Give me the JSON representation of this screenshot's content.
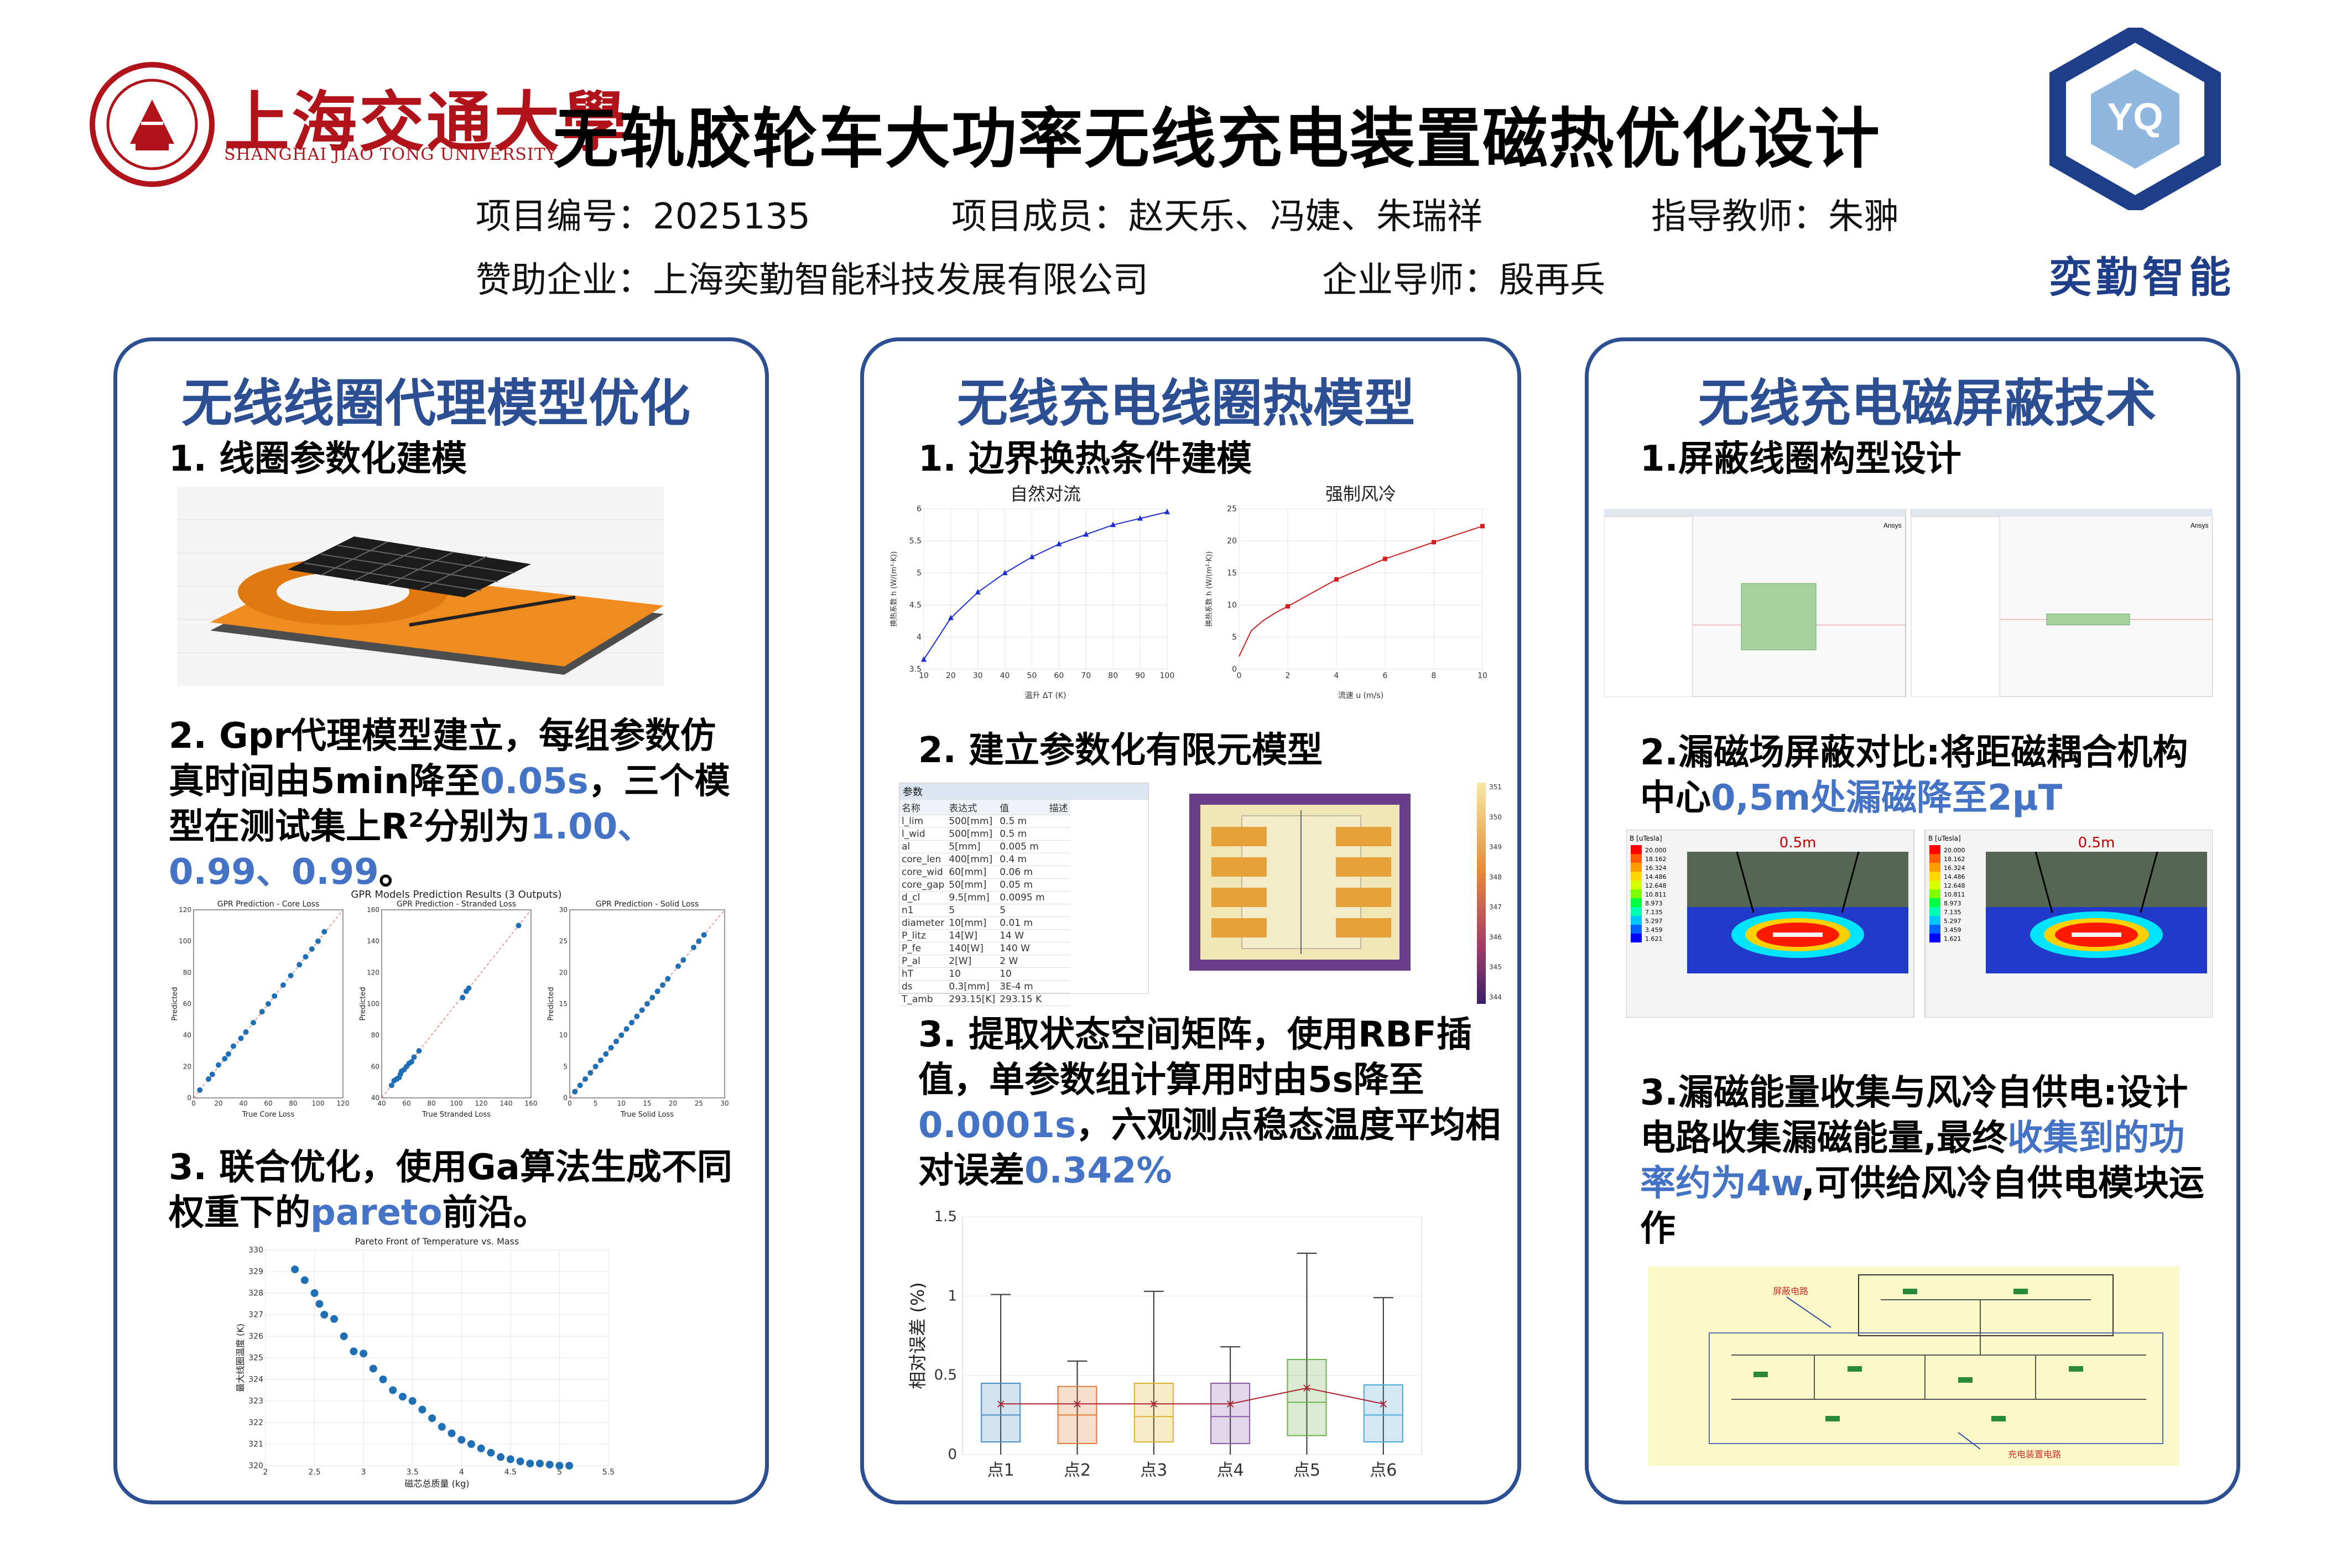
{
  "header": {
    "university_cn": "上海交通大學",
    "university_en": "SHANGHAI JIAO TONG UNIVERSITY",
    "title": "无轨胶轮车大功率无线充电装置磁热优化设计",
    "project_no": "项目编号：2025135",
    "members": "项目成员：赵天乐、冯婕、朱瑞祥",
    "advisor": "指导教师：朱翀",
    "sponsor": "赞助企业：上海奕勤智能科技发展有限公司",
    "company_mentor": "企业导师：殷再兵",
    "sponsor_logo_text": "奕勤智能",
    "sponsor_logo_mark": "YQ"
  },
  "panel1": {
    "title": "无线线圈代理模型优化",
    "s1": "1. 线圈参数化建模",
    "s2_a": "2. Gpr代理模型建立，每组参数仿真时间由5min降至",
    "s2_b": "0.05s",
    "s2_c": "，三个模型在测试集上R²分别为",
    "s2_d": "1.00、0.99、0.99",
    "s2_e": "。",
    "s3_a": "3. 联合优化，使用Ga算法生成不同权重下的",
    "s3_b": "pareto",
    "s3_c": "前沿。",
    "gpr_suptitle": "GPR Models Prediction Results (3 Outputs)",
    "gpr_titles": [
      "GPR Prediction - Core Loss",
      "GPR Prediction - Stranded Loss",
      "GPR Prediction - Solid Loss"
    ],
    "gpr_xlabels": [
      "True Core Loss",
      "True Stranded Loss",
      "True Solid Loss"
    ],
    "gpr_ylabel": "Predicted",
    "pareto_title": "Pareto Front of Temperature vs. Mass",
    "pareto_xlabel": "磁芯总质量 (kg)",
    "pareto_ylabel": "最大线圈温度 (K)"
  },
  "panel2": {
    "title": "无线充电线圈热模型",
    "s1": "1. 边界换热条件建模",
    "s2": "2. 建立参数化有限元模型",
    "s3_a": "3. 提取状态空间矩阵，使用RBF插值，单参数组计算用时由5s降至",
    "s3_b": "0.0001s",
    "s3_c": "，六观测点稳态温度平均相对误差",
    "s3_d": "0.342%",
    "nat_title": "自然对流",
    "nat_xlabel": "温升 ΔT (K)",
    "nat_ylabel": "换热系数 h (W/(m²·K))",
    "forced_title": "强制风冷",
    "forced_xlabel": "流速 u (m/s)",
    "forced_ylabel": "换热系数 h (W/(m²·K))",
    "param_header": "参数",
    "param_cols": [
      "名称",
      "表达式",
      "值",
      "描述"
    ],
    "param_rows": [
      [
        "l_lim",
        "500[mm]",
        "0.5 m",
        ""
      ],
      [
        "l_wid",
        "500[mm]",
        "0.5 m",
        ""
      ],
      [
        "al",
        "5[mm]",
        "0.005 m",
        ""
      ],
      [
        "core_len",
        "400[mm]",
        "0.4 m",
        ""
      ],
      [
        "core_wid",
        "60[mm]",
        "0.06 m",
        ""
      ],
      [
        "core_gap",
        "50[mm]",
        "0.05 m",
        ""
      ],
      [
        "d_cl",
        "9.5[mm]",
        "0.0095 m",
        ""
      ],
      [
        "n1",
        "5",
        "5",
        ""
      ],
      [
        "diameter",
        "10[mm]",
        "0.01 m",
        ""
      ],
      [
        "P_litz",
        "14[W]",
        "14 W",
        ""
      ],
      [
        "P_fe",
        "140[W]",
        "140 W",
        ""
      ],
      [
        "P_al",
        "2[W]",
        "2 W",
        ""
      ],
      [
        "hT",
        "10",
        "10",
        ""
      ],
      [
        "ds",
        "0.3[mm]",
        "3E-4 m",
        ""
      ],
      [
        "T_amb",
        "293.15[K]",
        "293.15 K",
        ""
      ]
    ],
    "colorbar_ticks": [
      "351",
      "350",
      "349",
      "348",
      "347",
      "346",
      "345",
      "344"
    ],
    "box_ylabel": "相对误差 (%)",
    "box_categories": [
      "点1",
      "点2",
      "点3",
      "点4",
      "点5",
      "点6"
    ]
  },
  "panel3": {
    "title": "无线充电磁屏蔽技术",
    "s1": "1.屏蔽线圈构型设计",
    "s2_a": "2.漏磁场屏蔽对比:将距磁耦合机构中心",
    "s2_b": "0,5m处漏磁降至2μT",
    "s3_a": "3.漏磁能量收集与风冷自供电:设计电路收集漏磁能量,最终",
    "s3_b": "收集到的功率约为4w",
    "s3_c": ",可供给风冷自供电模块运作",
    "field_label": "0.5m",
    "legend_title_a": "B [uTesla]",
    "legend_title_b": "B [uTesla]",
    "legend_vals": [
      "20.000",
      "18.162",
      "16.324",
      "14.486",
      "12.648",
      "10.811",
      "8.973",
      "7.135",
      "5.297",
      "3.459",
      "1.621"
    ],
    "circuit_label_top": "屏蔽电路",
    "circuit_label_bottom": "充电装置电路",
    "ansys": "Ansys"
  },
  "chart_data": [
    {
      "type": "scatter",
      "title": "GPR Prediction - Core Loss",
      "xlabel": "True Core Loss",
      "ylabel": "Predicted",
      "xlim": [
        0,
        120
      ],
      "ylim": [
        0,
        120
      ],
      "x": [
        5,
        12,
        15,
        20,
        25,
        28,
        32,
        38,
        42,
        48,
        55,
        60,
        65,
        72,
        78,
        85,
        90,
        95,
        100,
        105
      ],
      "y": [
        5,
        12,
        15,
        21,
        25,
        28,
        33,
        38,
        42,
        48,
        55,
        60,
        65,
        72,
        78,
        85,
        90,
        95,
        100,
        106
      ]
    },
    {
      "type": "scatter",
      "title": "GPR Prediction - Stranded Loss",
      "xlabel": "True Stranded Loss",
      "ylabel": "Predicted",
      "xlim": [
        40,
        160
      ],
      "ylim": [
        40,
        160
      ],
      "x": [
        48,
        50,
        52,
        54,
        55,
        56,
        58,
        60,
        62,
        64,
        66,
        70,
        105,
        108,
        110,
        150
      ],
      "y": [
        48,
        51,
        52,
        53,
        55,
        57,
        58,
        60,
        62,
        63,
        66,
        70,
        104,
        108,
        110,
        150
      ]
    },
    {
      "type": "scatter",
      "title": "GPR Prediction - Solid Loss",
      "xlabel": "True Solid Loss",
      "ylabel": "Predicted",
      "xlim": [
        0,
        30
      ],
      "ylim": [
        0,
        30
      ],
      "x": [
        1,
        2,
        3,
        4,
        5,
        6,
        7,
        8,
        9,
        10,
        11,
        12,
        13,
        14,
        15,
        16,
        17,
        18,
        19,
        21,
        22,
        24,
        25,
        26
      ],
      "y": [
        1,
        2,
        3,
        4,
        5,
        6,
        7,
        8,
        9,
        10,
        11,
        12,
        13,
        14,
        15,
        16,
        17,
        18,
        19,
        21,
        22,
        24,
        25,
        26
      ]
    },
    {
      "type": "scatter",
      "title": "Pareto Front of Temperature vs. Mass",
      "xlabel": "磁芯总质量 (kg)",
      "ylabel": "最大线圈温度 (K)",
      "xlim": [
        2,
        5.5
      ],
      "ylim": [
        320,
        330
      ],
      "x": [
        2.3,
        2.4,
        2.5,
        2.55,
        2.6,
        2.7,
        2.8,
        2.9,
        3.0,
        3.1,
        3.2,
        3.3,
        3.4,
        3.5,
        3.6,
        3.7,
        3.8,
        3.9,
        4.0,
        4.1,
        4.2,
        4.3,
        4.4,
        4.5,
        4.6,
        4.7,
        4.8,
        4.9,
        5.0,
        5.1
      ],
      "y": [
        329.1,
        328.6,
        328.0,
        327.5,
        327.0,
        326.8,
        326.0,
        325.3,
        325.2,
        324.5,
        324.0,
        323.5,
        323.2,
        323.0,
        322.6,
        322.2,
        321.8,
        321.5,
        321.2,
        321.0,
        320.8,
        320.6,
        320.4,
        320.3,
        320.2,
        320.1,
        320.1,
        320.05,
        320.0,
        320.0
      ]
    },
    {
      "type": "line",
      "title": "自然对流",
      "xlabel": "温升 ΔT (K)",
      "ylabel": "换热系数 h (W/(m²·K))",
      "xlim": [
        10,
        100
      ],
      "ylim": [
        3.5,
        6
      ],
      "x": [
        10,
        20,
        30,
        40,
        50,
        60,
        70,
        80,
        90,
        100
      ],
      "y": [
        3.65,
        4.3,
        4.7,
        5.0,
        5.25,
        5.45,
        5.6,
        5.75,
        5.85,
        5.95
      ]
    },
    {
      "type": "line",
      "title": "强制风冷",
      "xlabel": "流速 u (m/s)",
      "ylabel": "换热系数 h (W/(m²·K))",
      "xlim": [
        0,
        10
      ],
      "ylim": [
        0,
        25
      ],
      "x": [
        2,
        4,
        6,
        8,
        10
      ],
      "y": [
        9.8,
        14.0,
        17.2,
        19.8,
        22.3
      ]
    },
    {
      "type": "box",
      "xlabel": "",
      "ylabel": "相对误差 (%)",
      "ylim": [
        0,
        1.5
      ],
      "categories": [
        "点1",
        "点2",
        "点3",
        "点4",
        "点5",
        "点6"
      ],
      "series": [
        {
          "whisker_low": [
            0,
            0,
            0,
            0,
            0,
            0
          ],
          "q1": [
            0.08,
            0.07,
            0.08,
            0.07,
            0.12,
            0.08
          ],
          "median": [
            0.25,
            0.25,
            0.24,
            0.24,
            0.33,
            0.25
          ],
          "q3": [
            0.45,
            0.43,
            0.45,
            0.45,
            0.6,
            0.44
          ],
          "whisker_high": [
            1.01,
            0.59,
            1.03,
            0.68,
            1.27,
            0.99
          ],
          "mean": [
            0.32,
            0.32,
            0.32,
            0.32,
            0.42,
            0.32
          ]
        }
      ],
      "colors": [
        "#4a90c8",
        "#e07b39",
        "#e0b030",
        "#8a5aa8",
        "#6ab04c",
        "#4aa8d8"
      ]
    }
  ]
}
